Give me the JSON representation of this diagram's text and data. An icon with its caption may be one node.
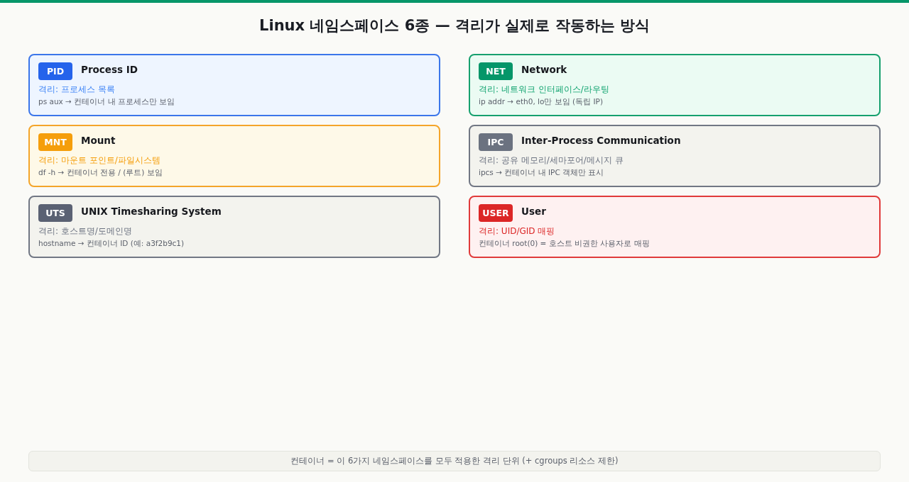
{
  "diagram": {
    "title": "Linux 네임스페이스 6종 — 격리가 실제로 작동하는 방식",
    "nodes": [
      {
        "text": [
          "Process ID",
          "격리: 프로세스 목록",
          "ps aux → 컨테이너 내 프로세스만 보임"
        ]
      },
      {
        "text": [
          "PID"
        ],
        "in": 0
      },
      {
        "text": [
          "Network",
          "격리: 네트워크 인터페이스/라우팅",
          "ip addr → eth0, lo만 보임 (독립 IP)"
        ]
      },
      {
        "text": [
          "NET"
        ],
        "in": 2
      },
      {
        "text": [
          "Mount",
          "격리: 마운트 포인트/파일시스템",
          "df -h → 컨테이너 전용 / (루트) 보임"
        ]
      },
      {
        "text": [
          "MNT"
        ],
        "in": 4
      },
      {
        "text": [
          "Inter-Process Communication",
          "격리: 공유 메모리/세마포어/메시지 큐",
          "ipcs → 컨테이너 내 IPC 객체만 표시"
        ]
      },
      {
        "text": [
          "IPC"
        ],
        "in": 6
      },
      {
        "text": [
          "UNIX Timesharing System",
          "격리: 호스트명/도메인명",
          "hostname → 컨테이너 ID (예: a3f2b9c1)"
        ]
      },
      {
        "text": [
          "UTS"
        ],
        "in": 8
      },
      {
        "text": [
          "User",
          "격리: UID/GID 매핑",
          "컨테이너 root(0) = 호스트 비권한 사용자로 매핑"
        ]
      },
      {
        "text": [
          "USER"
        ],
        "in": 10
      },
      {
        "text": [
          "컨테이너 = 이 6가지 네임스페이스를 모두 적용한 격리 단위 (+ cgroups 리소스 제한)"
        ]
      }
    ]
  }
}
